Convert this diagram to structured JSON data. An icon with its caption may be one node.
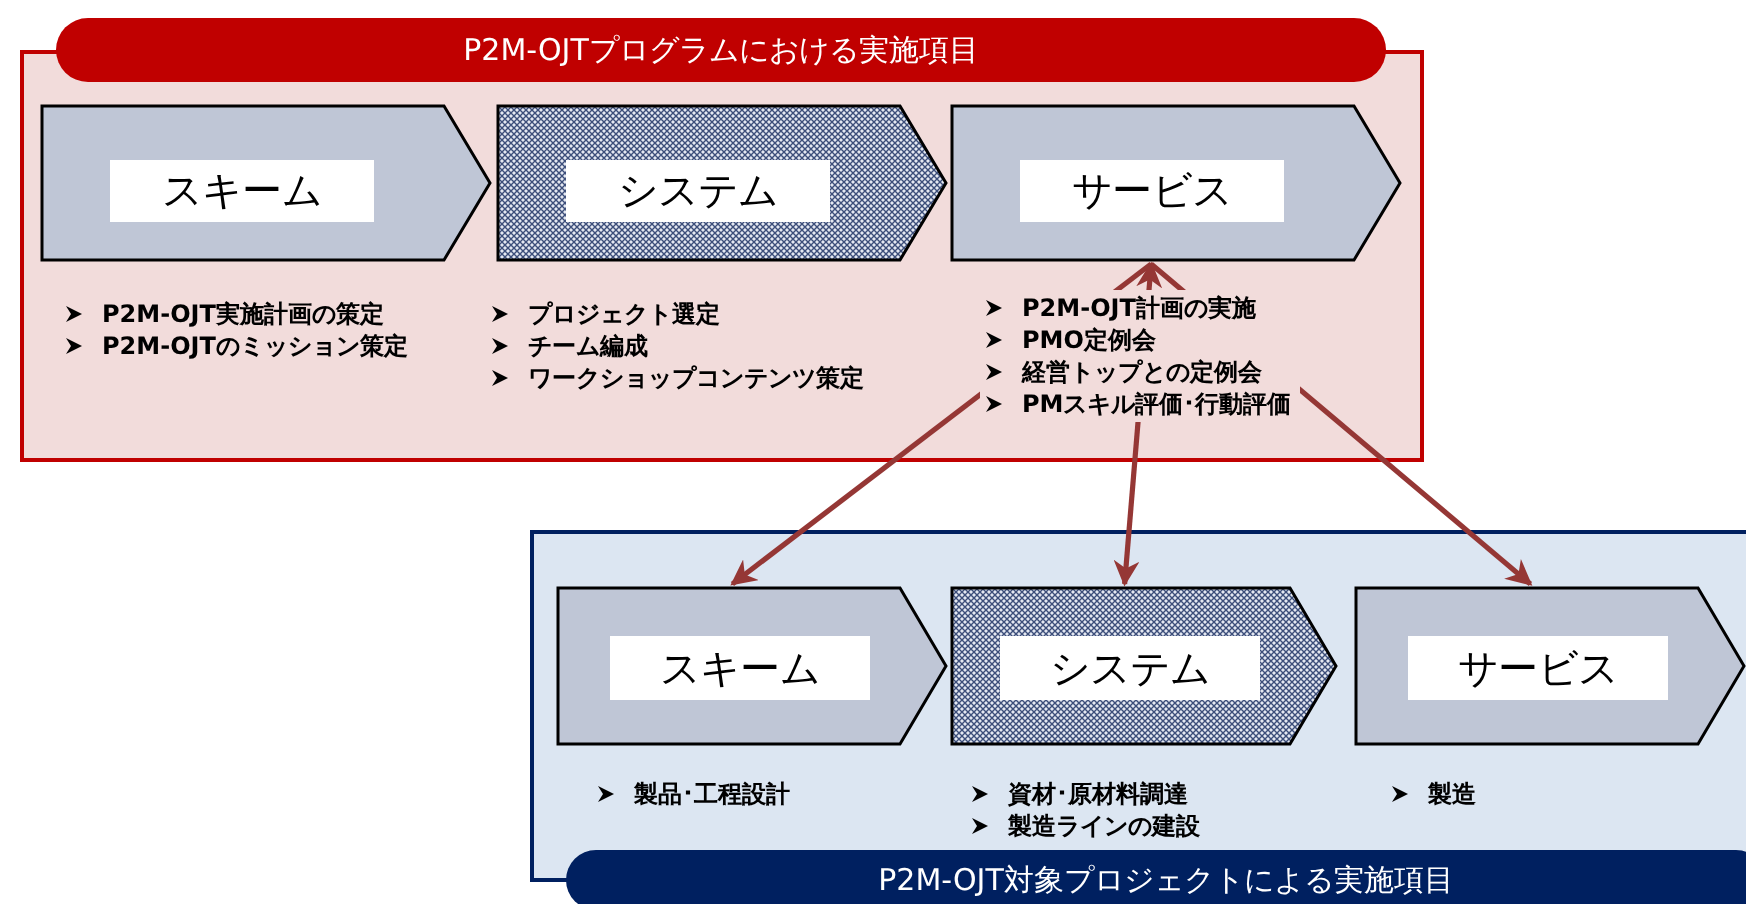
{
  "diagram": {
    "nodes": [
      {
        "text": [
          "P2M-OJTプログラムにおける実施項目"
        ]
      },
      {
        "text": [
          "スキーム"
        ],
        "in": 0,
        "beside": [
          "P2M-OJT実施計画の策定",
          "P2M-OJTのミッション策定"
        ]
      },
      {
        "text": [
          "システム"
        ],
        "in": 0,
        "beside": [
          "プロジェクト選定",
          "チーム編成",
          "ワークショップコンテンツ策定"
        ]
      },
      {
        "text": [
          "サービス"
        ],
        "in": 0,
        "beside": [
          "P2M-OJT計画の実施",
          "PMO定例会",
          "経営トップとの定例会",
          "PMスキル評価･行動評価"
        ]
      },
      {
        "text": [
          "P2M-OJT対象プロジェクトによる実施項目"
        ]
      },
      {
        "text": [
          "スキーム"
        ],
        "in": 4,
        "beside": [
          "製品･工程設計"
        ]
      },
      {
        "text": [
          "システム"
        ],
        "in": 4,
        "beside": [
          "資材･原材料調達",
          "製造ラインの建設"
        ]
      },
      {
        "text": [
          "サービス"
        ],
        "in": 4,
        "beside": [
          "製造"
        ]
      }
    ],
    "edges": [
      {
        "from": 3,
        "to": 5,
        "arrow": "to",
        "color": "#953735"
      },
      {
        "from": 3,
        "to": 6,
        "arrow": "both",
        "color": "#953735"
      },
      {
        "from": 3,
        "to": 7,
        "arrow": "to",
        "color": "#953735"
      }
    ]
  }
}
